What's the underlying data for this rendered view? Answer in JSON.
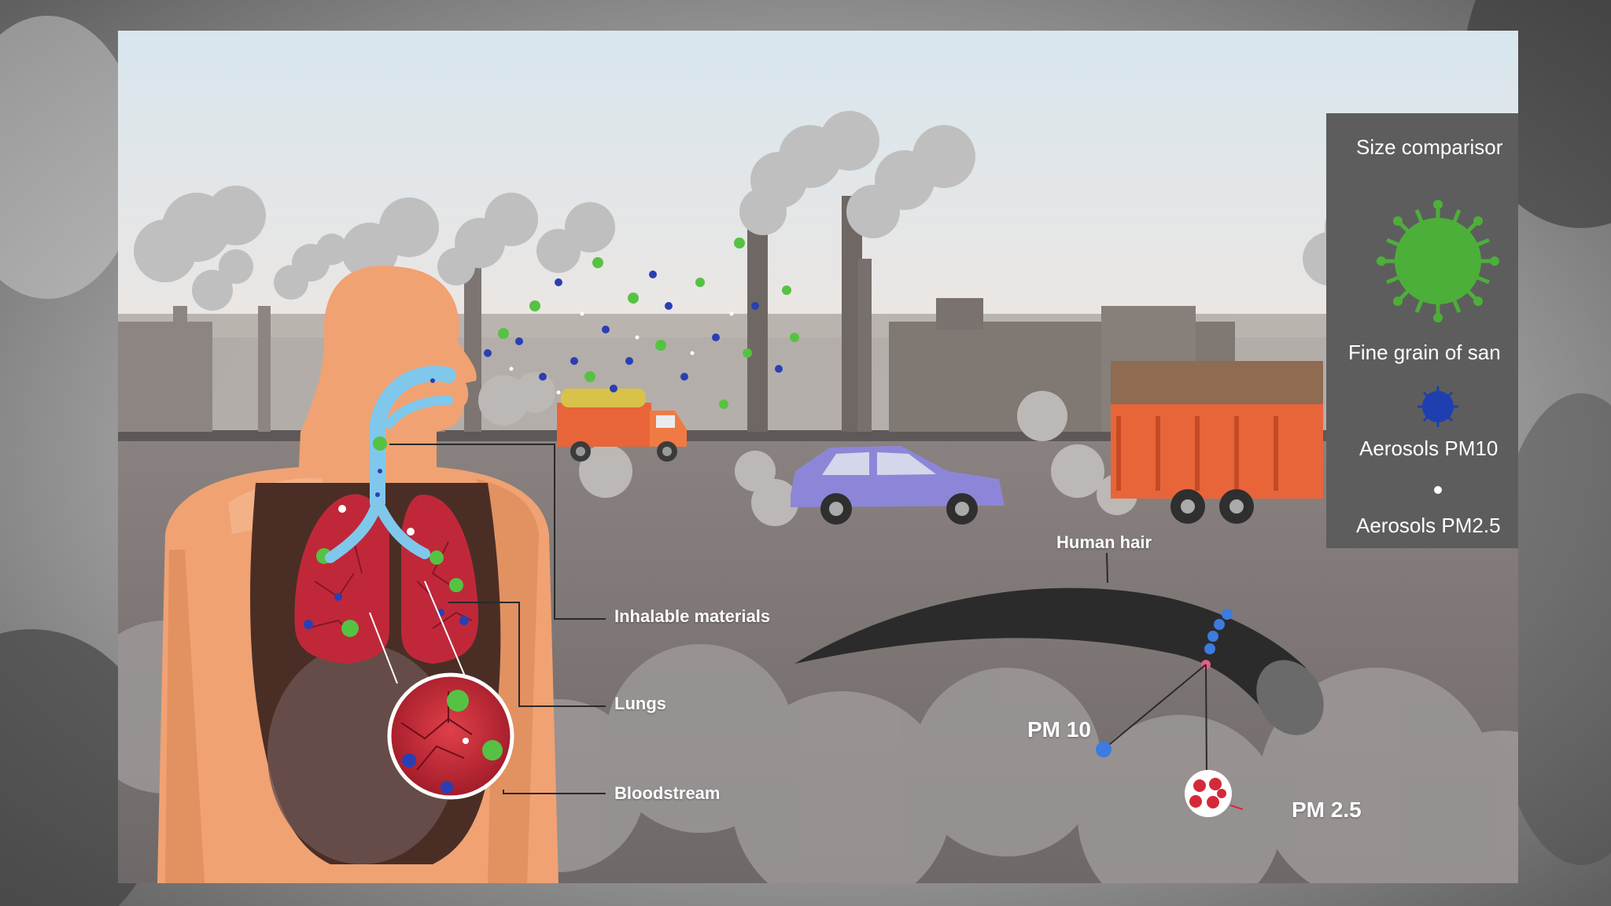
{
  "callouts": {
    "inhalable": "Inhalable materials",
    "lungs": "Lungs",
    "bloodstream": "Bloodstream"
  },
  "hair_diagram": {
    "hair_label": "Human hair",
    "pm10_label": "PM 10",
    "pm25_label": "PM 2.5"
  },
  "legend": {
    "title": "Size comparisor",
    "items": [
      {
        "label": "Fine grain of san",
        "color": "#4caf3a",
        "icon": "green-virus-icon"
      },
      {
        "label": "Aerosols PM10",
        "color": "#1f3fb0",
        "icon": "blue-particle-icon"
      },
      {
        "label": "Aerosols PM2.5",
        "color": "#ffffff",
        "icon": "white-dot-icon"
      }
    ]
  },
  "colors": {
    "skin": "#f0a273",
    "airway": "#7fc8ec",
    "lung": "#c0283a",
    "smoke": "#a7a7a7",
    "legend_bg": "#5d5d5d",
    "truck": "#e8653a",
    "car": "#8d86d8"
  }
}
